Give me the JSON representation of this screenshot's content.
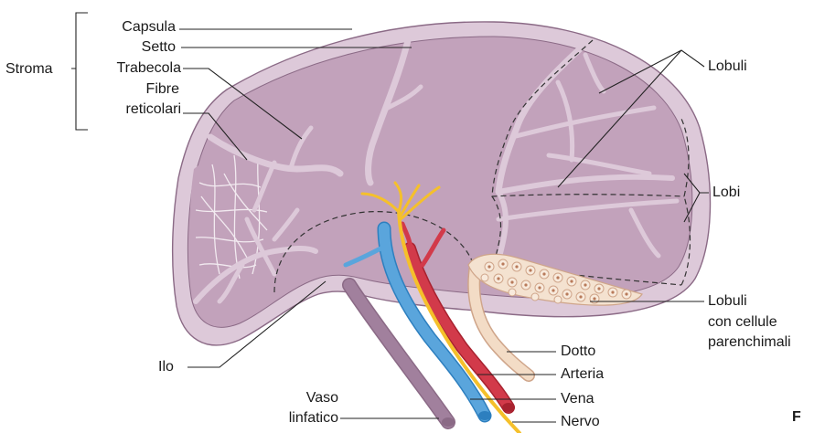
{
  "labels": {
    "stroma": "Stroma",
    "capsula": "Capsula",
    "setto": "Setto",
    "trabecola": "Trabecola",
    "fibre": "Fibre",
    "reticolari": "reticolari",
    "lobuli": "Lobuli",
    "lobi": "Lobi",
    "lobuli_cellule_1": "Lobuli",
    "lobuli_cellule_2": "con cellule",
    "lobuli_cellule_3": "parenchimali",
    "ilo": "Ilo",
    "dotto": "Dotto",
    "arteria": "Arteria",
    "vena": "Vena",
    "nervo": "Nervo",
    "vaso_1": "Vaso",
    "vaso_2": "linfatico",
    "corner": "F"
  },
  "colors": {
    "capsule": "#ddc9d9",
    "parenchyma": "#c2a2bb",
    "outline": "#8b6a86",
    "artery": "#d23a4a",
    "vein": "#5aa5dc",
    "nerve": "#f5c02b",
    "duct": "#f3dcc6",
    "lymph": "#a1809d"
  }
}
